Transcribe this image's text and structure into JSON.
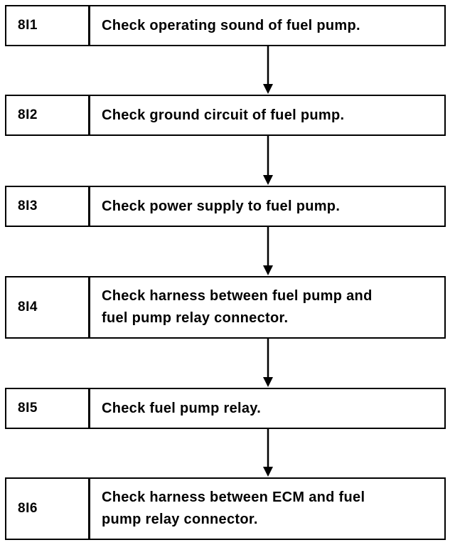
{
  "steps": [
    {
      "code": "8I1",
      "text": [
        "Check operating sound of fuel pump."
      ]
    },
    {
      "code": "8I2",
      "text": [
        "Check ground circuit of fuel pump."
      ]
    },
    {
      "code": "8I3",
      "text": [
        "Check power supply to fuel pump."
      ]
    },
    {
      "code": "8I4",
      "text": [
        "Check harness between fuel pump and",
        "fuel pump relay connector."
      ]
    },
    {
      "code": "8I5",
      "text": [
        "Check fuel pump relay."
      ]
    },
    {
      "code": "8I6",
      "text": [
        "Check harness between ECM and fuel",
        "pump relay connector."
      ]
    }
  ]
}
